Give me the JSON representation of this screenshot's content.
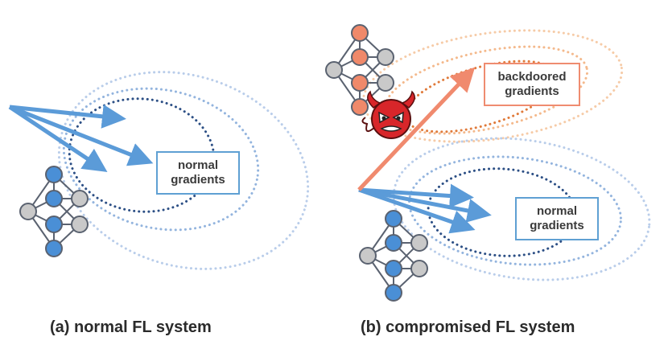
{
  "panel_a": {
    "caption": "(a) normal FL system",
    "label": {
      "line1": "normal",
      "line2": "gradients"
    }
  },
  "panel_b": {
    "caption": "(b) compromised FL system",
    "label_backdoor": {
      "line1": "backdoored",
      "line2": "gradients"
    },
    "label_normal": {
      "line1": "normal",
      "line2": "gradients"
    }
  },
  "colors": {
    "blue_arrow": "#5b9bd8",
    "orange_arrow": "#f08a6e",
    "dark_blue_dots": "#2c4f85",
    "light_blue_dots": "#93b4de",
    "dark_orange_dots": "#e07a3a",
    "light_orange_dots": "#f4b98c",
    "node_blue": "#4a8fd6",
    "node_orange": "#f0896a",
    "node_gray": "#c9c9c9",
    "devil_red": "#d8262a"
  },
  "icons": [
    "neural-network-icon",
    "devil-icon"
  ]
}
